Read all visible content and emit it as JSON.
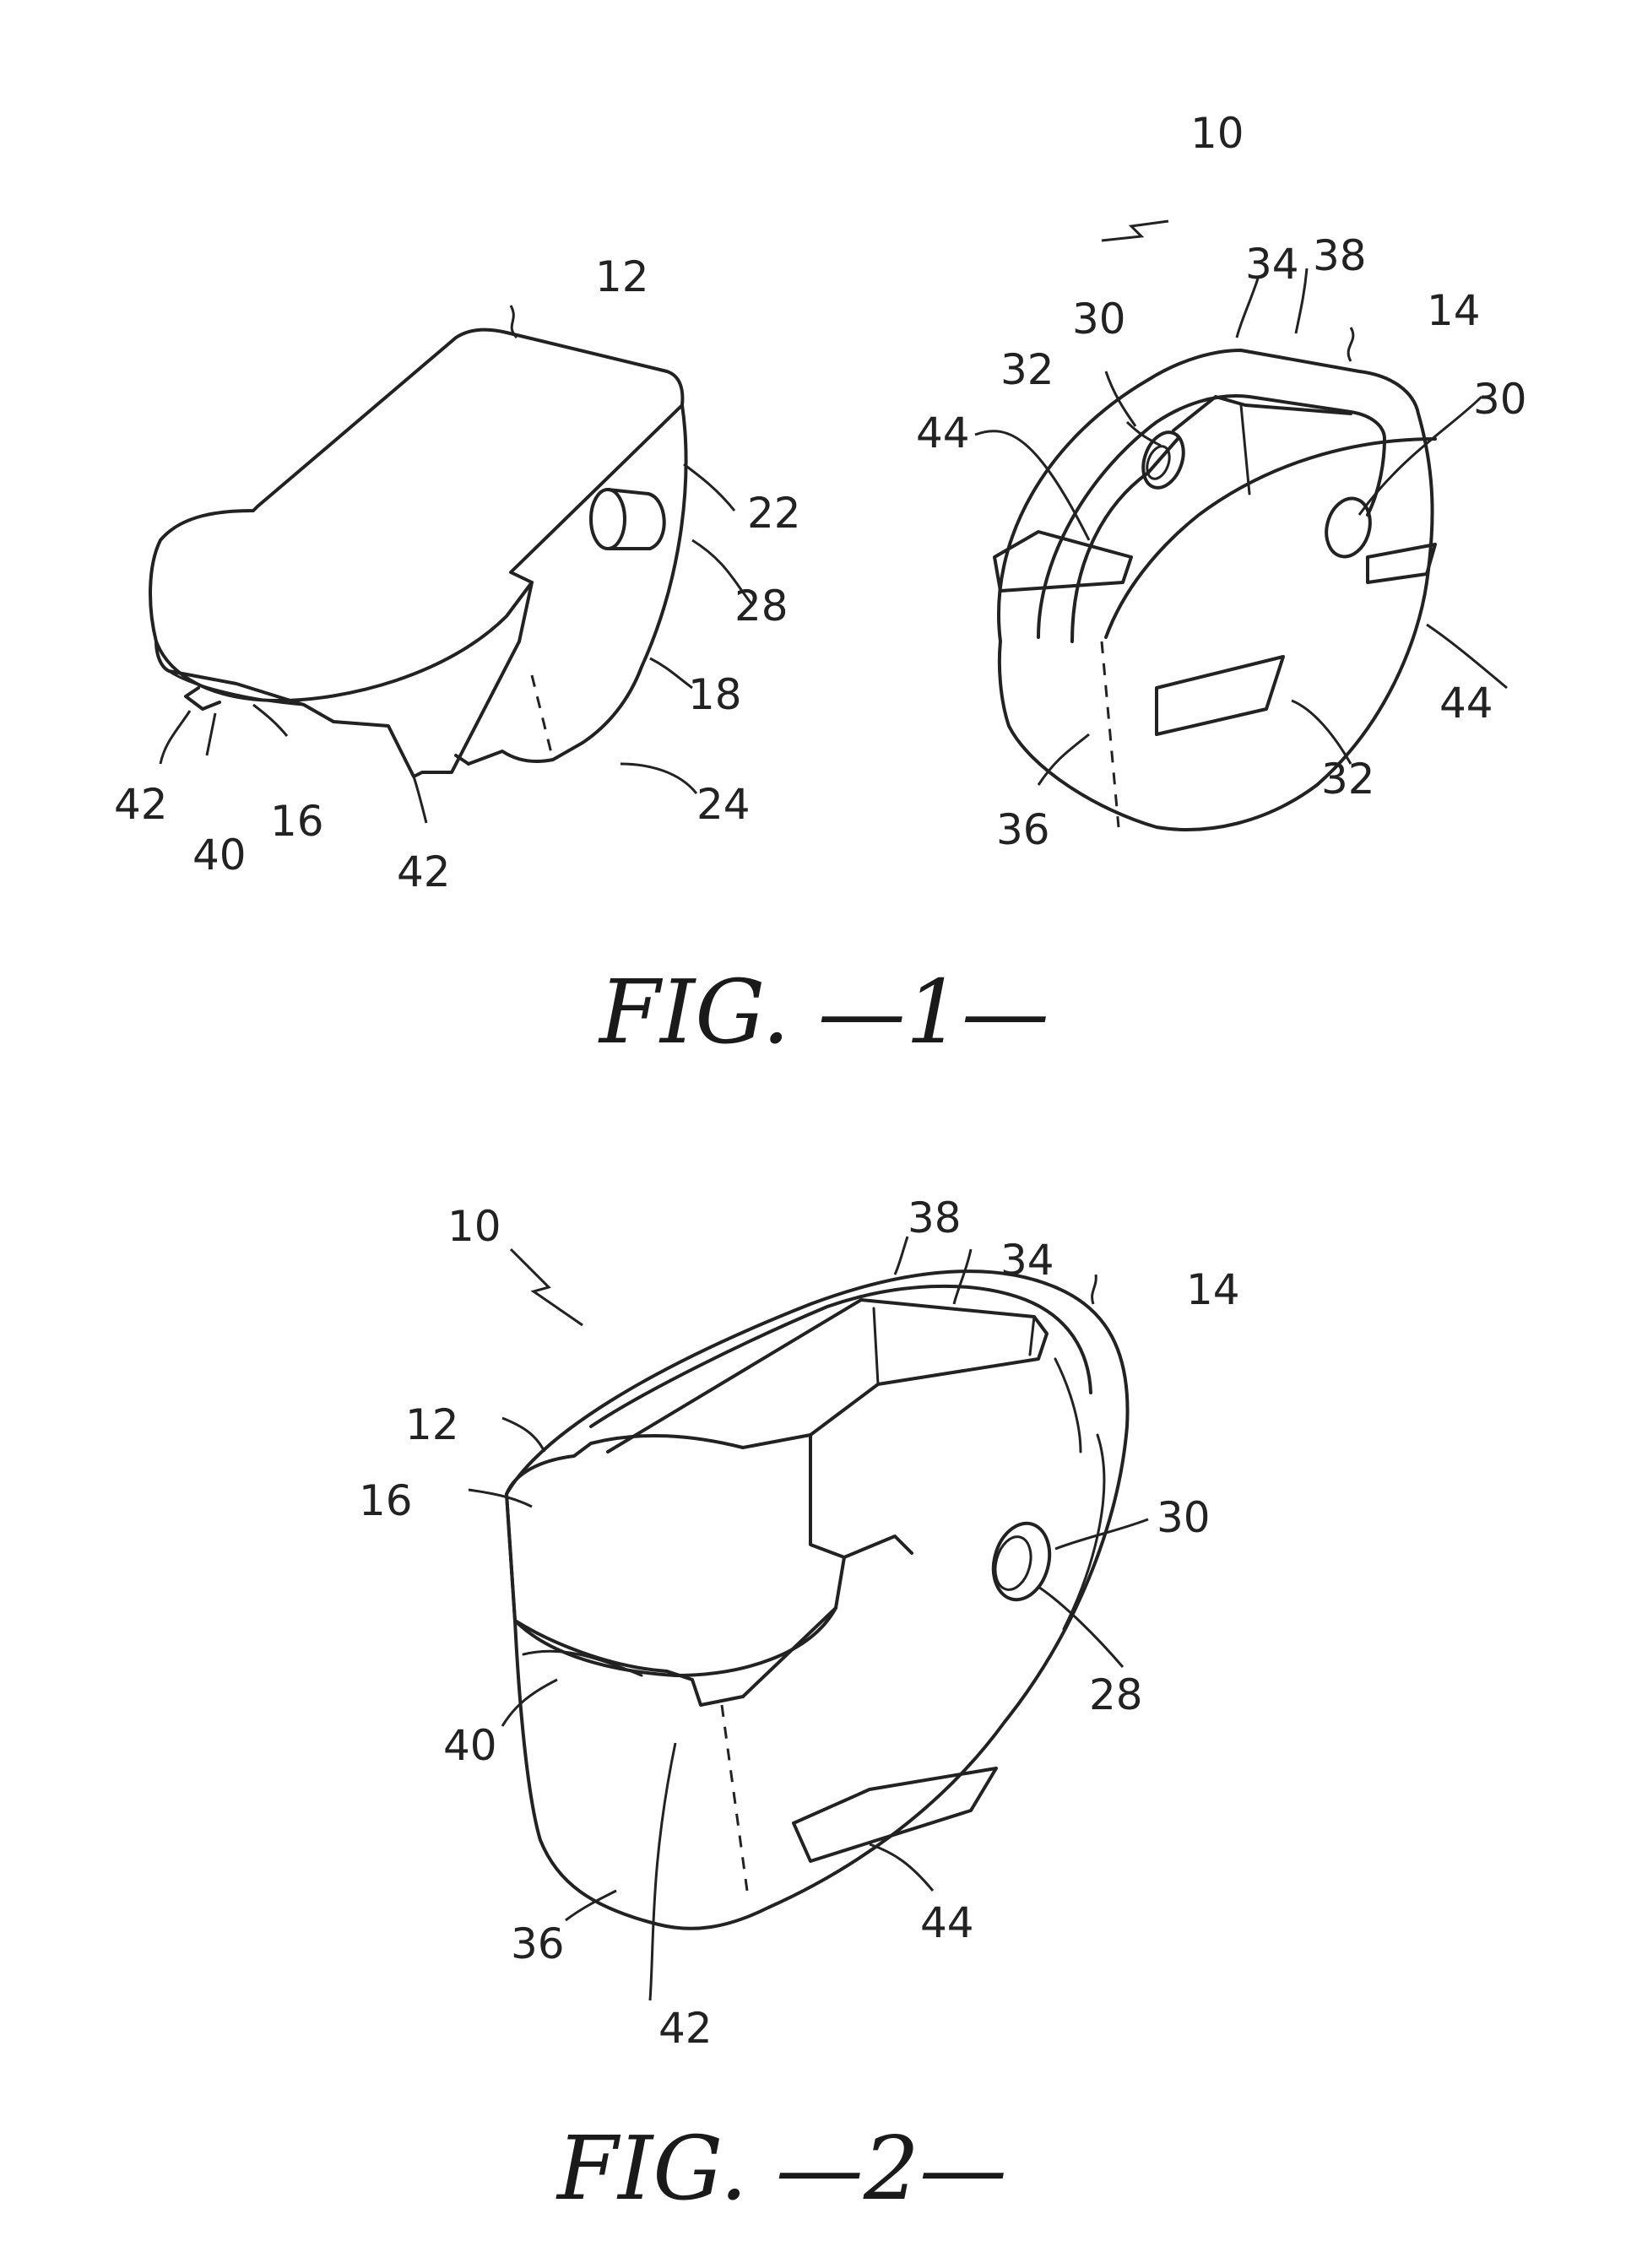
{
  "figure_1": {
    "caption": "FIG. —1—",
    "labels": {
      "l10": "10",
      "l12": "12",
      "l14": "14",
      "l16": "16",
      "l18": "18",
      "l22": "22",
      "l24": "24",
      "l28": "28",
      "l30a": "30",
      "l30b": "30",
      "l32a": "32",
      "l32b": "32",
      "l34": "34",
      "l36": "36",
      "l38": "38",
      "l40": "40",
      "l42a": "42",
      "l42b": "42",
      "l44a": "44",
      "l44b": "44"
    }
  },
  "figure_2": {
    "caption": "FIG. —2—",
    "labels": {
      "l10": "10",
      "l12": "12",
      "l14": "14",
      "l16": "16",
      "l28": "28",
      "l30": "30",
      "l34": "34",
      "l36": "36",
      "l38": "38",
      "l40": "40",
      "l42": "42",
      "l44": "44"
    }
  }
}
